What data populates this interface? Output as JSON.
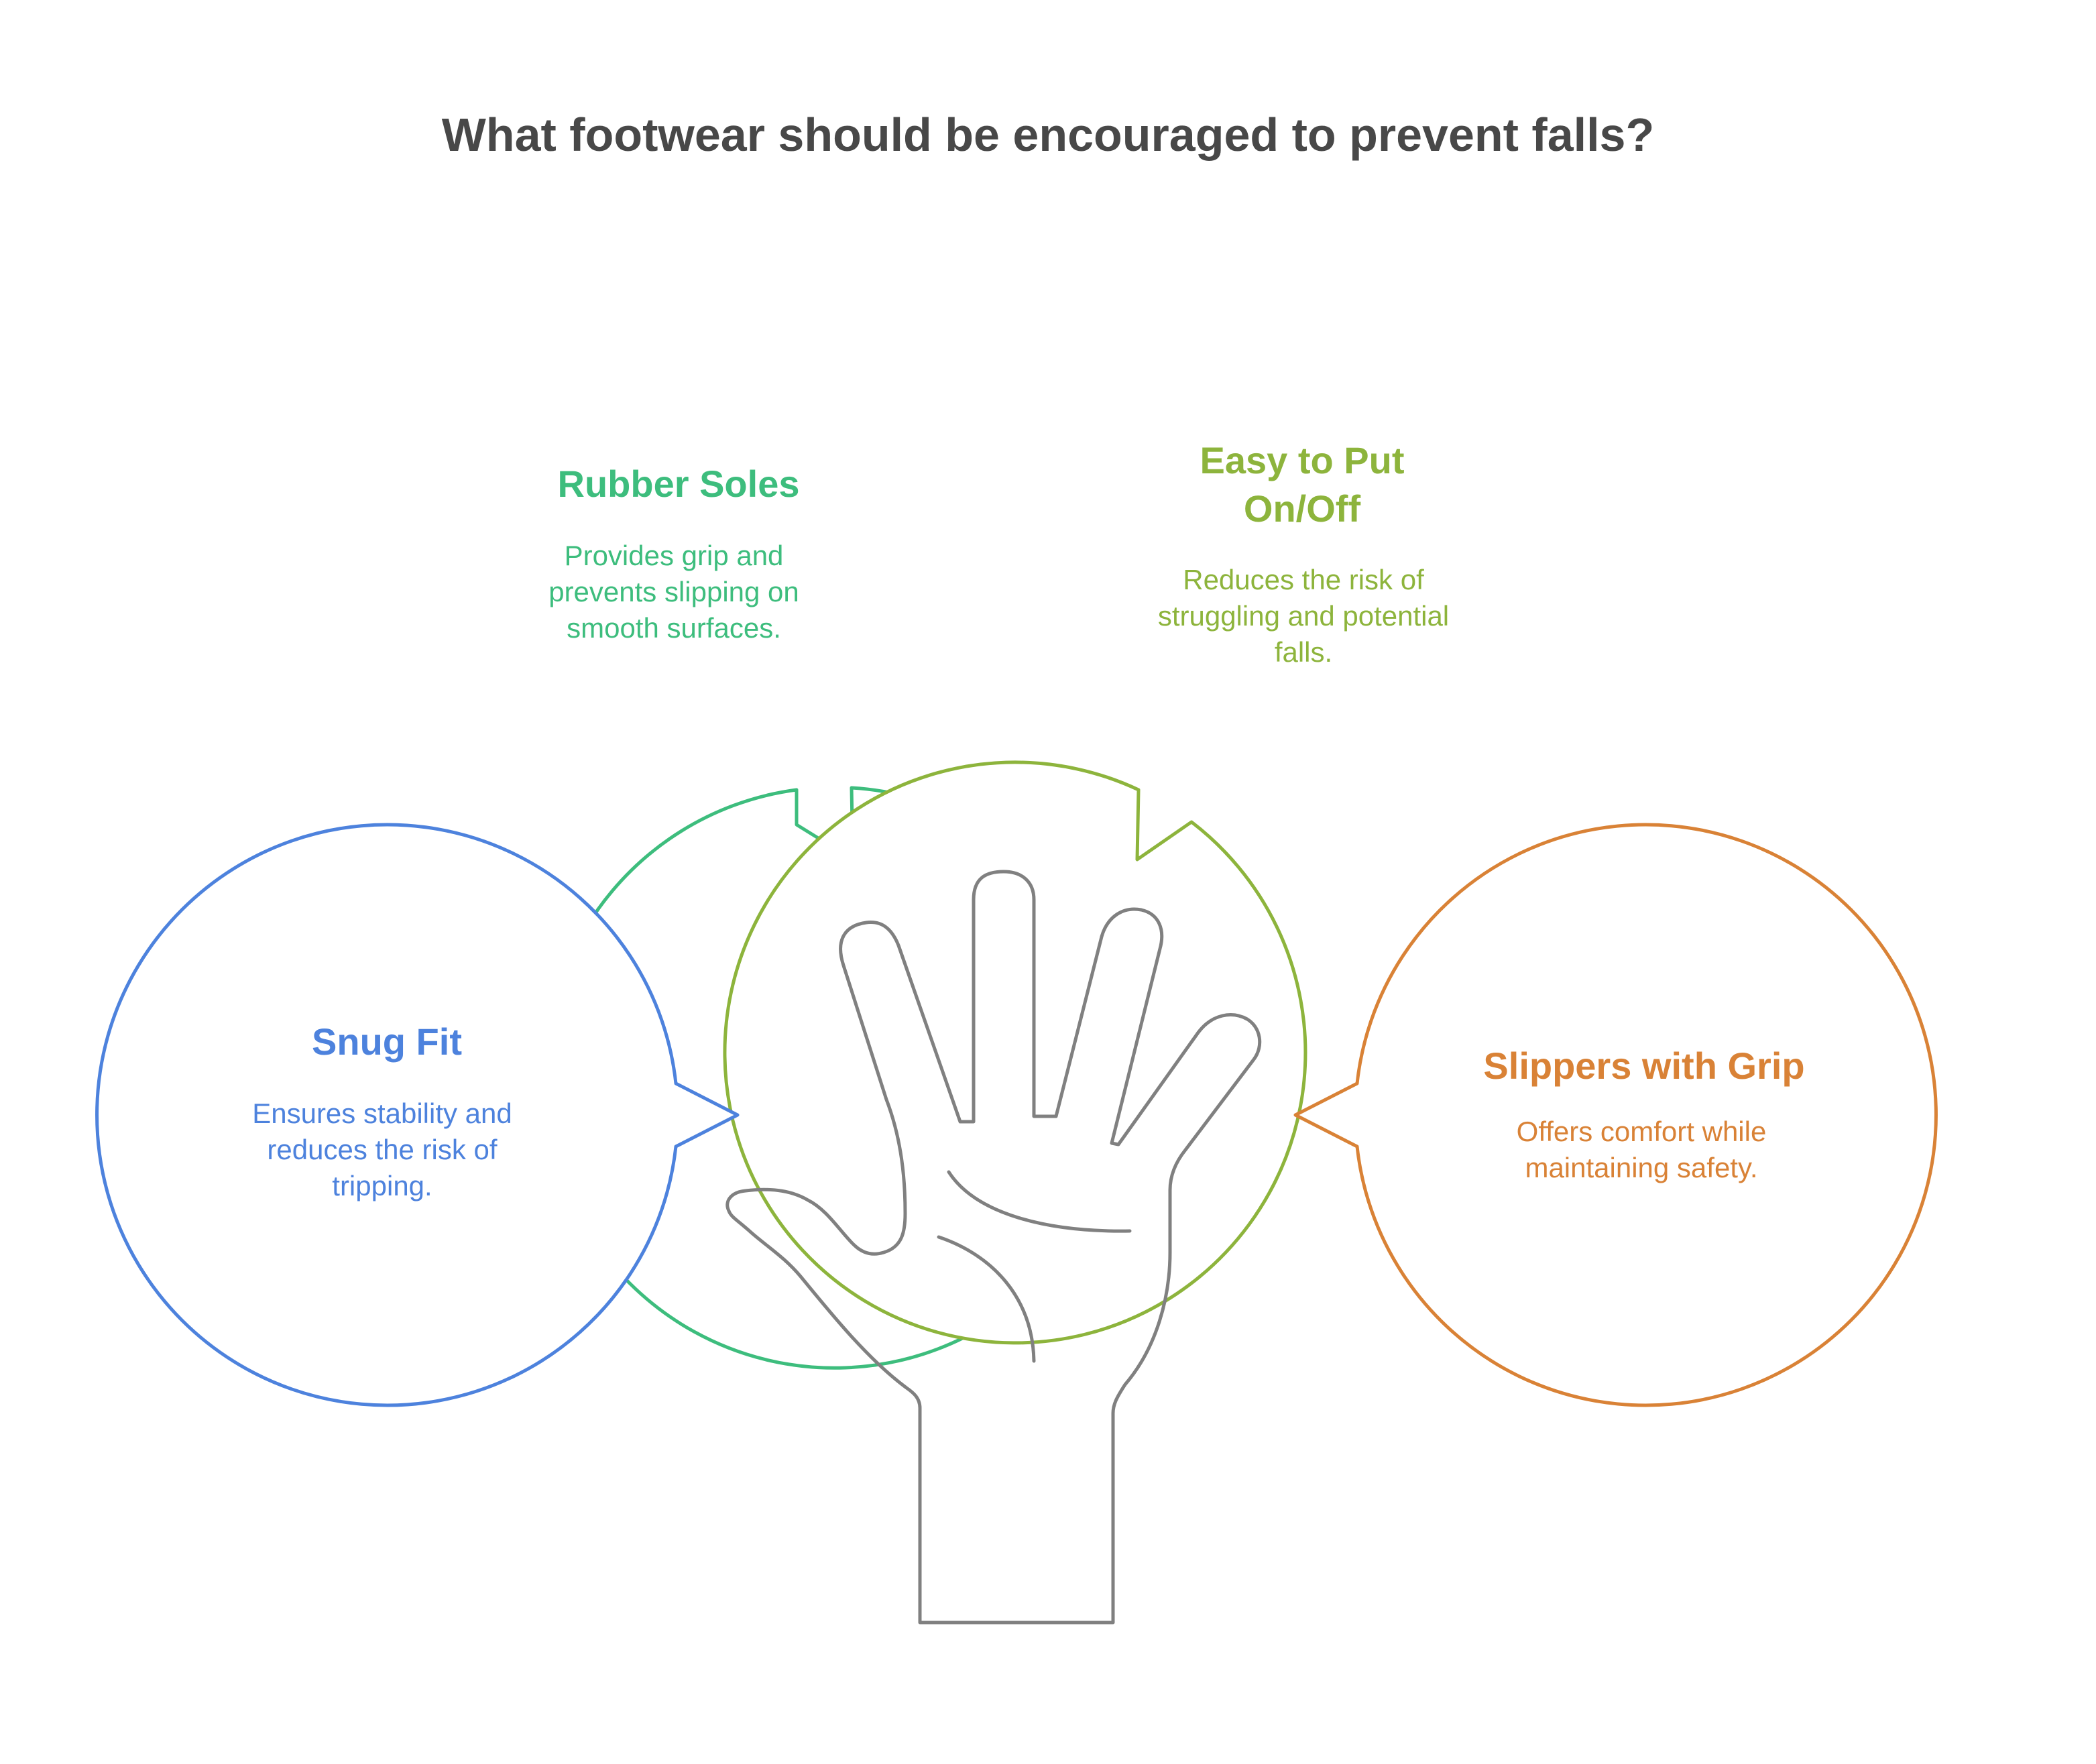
{
  "title": "What footwear should be encouraged to prevent falls?",
  "colors": {
    "title": "#484848",
    "hand": "#808080",
    "rubber_soles": "#3dbd7d",
    "easy_on_off": "#8db43c",
    "snug_fit": "#4d82dd",
    "slippers": "#d98236"
  },
  "bubbles": {
    "rubber_soles": {
      "title": [
        "Rubber Soles"
      ],
      "desc": [
        "Provides grip and",
        "prevents slipping on",
        "smooth surfaces."
      ]
    },
    "easy_on_off": {
      "title": [
        "Easy to Put",
        "On/Off"
      ],
      "desc": [
        "Reduces the risk of",
        "struggling and potential",
        "falls."
      ]
    },
    "snug_fit": {
      "title": [
        "Snug Fit"
      ],
      "desc": [
        "Ensures stability and",
        "reduces the risk of",
        "tripping."
      ]
    },
    "slippers": {
      "title": [
        "Slippers with Grip"
      ],
      "desc": [
        "Offers comfort while",
        "maintaining safety."
      ]
    }
  },
  "icons": {
    "center": "open-hand-icon"
  }
}
